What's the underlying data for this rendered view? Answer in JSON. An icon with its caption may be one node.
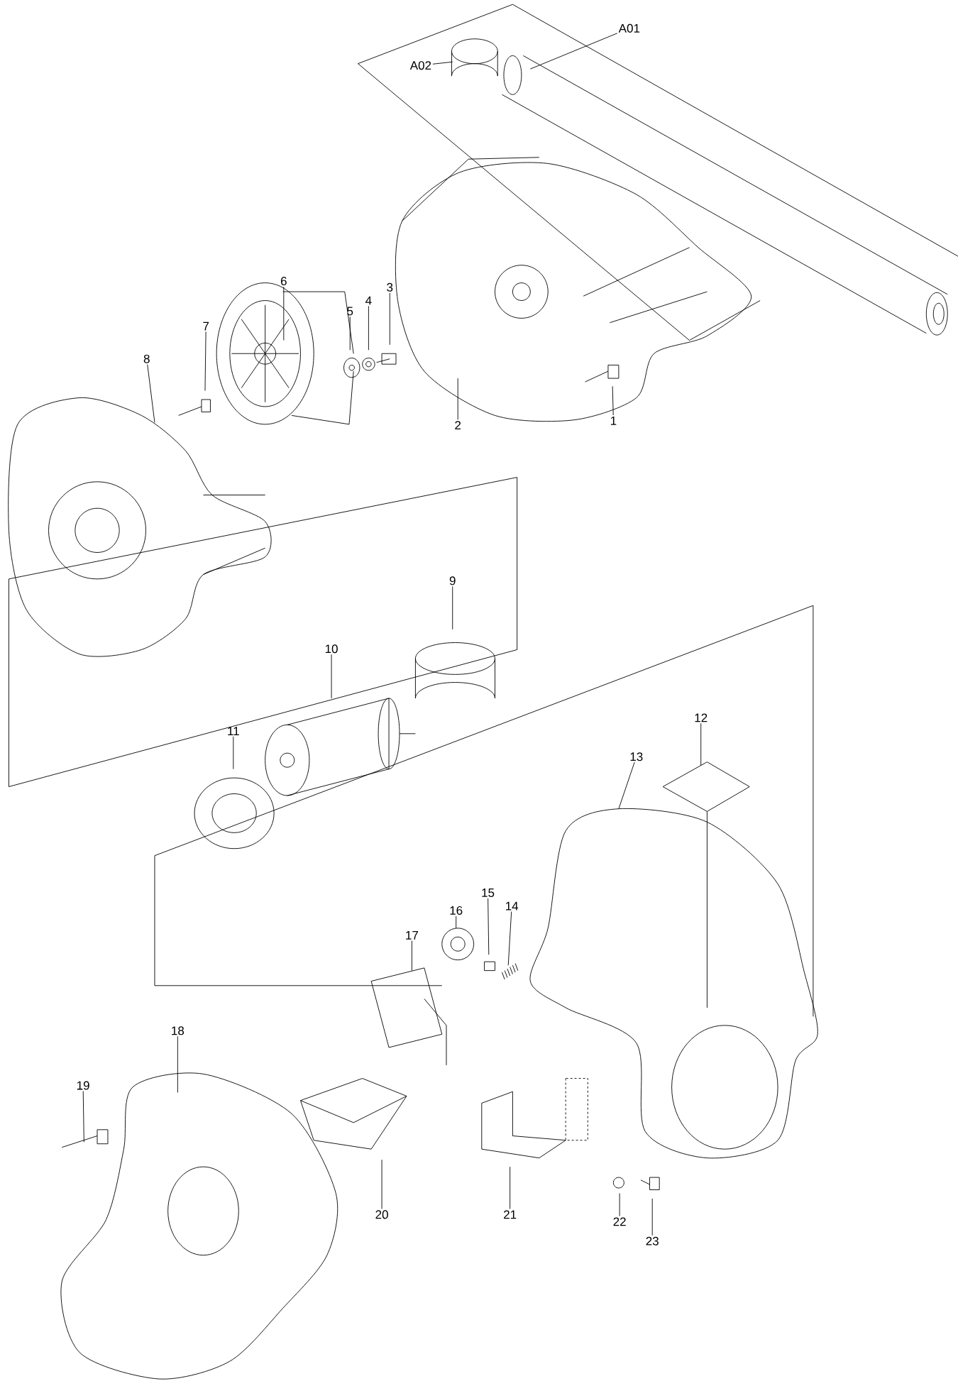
{
  "diagram": {
    "nodes": [
      {
        "text": [
          "A01"
        ]
      },
      {
        "text": [
          "A02"
        ]
      },
      {
        "text": [
          "6"
        ]
      },
      {
        "text": [
          "5"
        ]
      },
      {
        "text": [
          "4"
        ]
      },
      {
        "text": [
          "3"
        ]
      },
      {
        "text": [
          "7"
        ]
      },
      {
        "text": [
          "8"
        ]
      },
      {
        "text": [
          "2"
        ]
      },
      {
        "text": [
          "1"
        ]
      },
      {
        "text": [
          "9"
        ]
      },
      {
        "text": [
          "10"
        ]
      },
      {
        "text": [
          "12"
        ]
      },
      {
        "text": [
          "11"
        ]
      },
      {
        "text": [
          "13"
        ]
      },
      {
        "text": [
          "15"
        ]
      },
      {
        "text": [
          "14"
        ]
      },
      {
        "text": [
          "16"
        ]
      },
      {
        "text": [
          "17"
        ]
      },
      {
        "text": [
          "18"
        ]
      },
      {
        "text": [
          "19"
        ]
      },
      {
        "text": [
          "20"
        ]
      },
      {
        "text": [
          "21"
        ]
      },
      {
        "text": [
          "22"
        ]
      },
      {
        "text": [
          "23"
        ]
      }
    ],
    "edges": [
      {
        "from": 0,
        "to": null,
        "arrow": "none"
      },
      {
        "from": 1,
        "to": null,
        "arrow": "none"
      },
      {
        "from": 2,
        "to": null,
        "arrow": "none"
      },
      {
        "from": 3,
        "to": null,
        "arrow": "none"
      },
      {
        "from": 4,
        "to": null,
        "arrow": "none"
      },
      {
        "from": 5,
        "to": null,
        "arrow": "none"
      },
      {
        "from": 6,
        "to": null,
        "arrow": "none"
      },
      {
        "from": 7,
        "to": null,
        "arrow": "none"
      },
      {
        "from": 8,
        "to": null,
        "arrow": "none"
      },
      {
        "from": 9,
        "to": null,
        "arrow": "none"
      },
      {
        "from": 10,
        "to": null,
        "arrow": "none"
      },
      {
        "from": 11,
        "to": null,
        "arrow": "none"
      },
      {
        "from": 12,
        "to": null,
        "arrow": "none"
      },
      {
        "from": 13,
        "to": null,
        "arrow": "none"
      },
      {
        "from": 14,
        "to": null,
        "arrow": "none"
      },
      {
        "from": 15,
        "to": null,
        "arrow": "none"
      },
      {
        "from": 16,
        "to": null,
        "arrow": "none"
      },
      {
        "from": 17,
        "to": null,
        "arrow": "none"
      },
      {
        "from": 18,
        "to": null,
        "arrow": "none"
      },
      {
        "from": 19,
        "to": null,
        "arrow": "none"
      },
      {
        "from": 20,
        "to": null,
        "arrow": "none"
      },
      {
        "from": 21,
        "to": null,
        "arrow": "none"
      },
      {
        "from": 22,
        "to": null,
        "arrow": "none"
      },
      {
        "from": 23,
        "to": null,
        "arrow": "none"
      },
      {
        "from": 24,
        "to": null,
        "arrow": "none"
      }
    ]
  }
}
